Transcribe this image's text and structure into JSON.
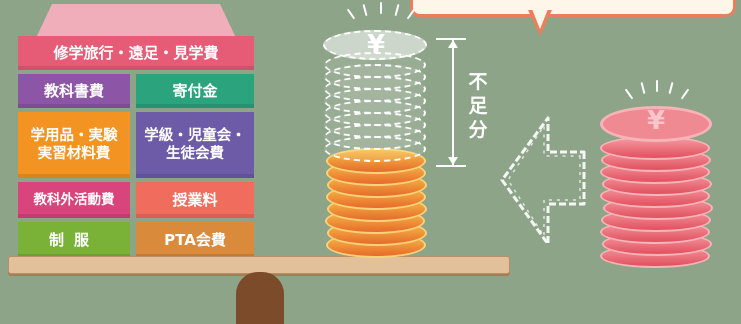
{
  "blocks": {
    "top": "修学旅行・遠足・見学費",
    "textbooks": "教科書費",
    "donations": "寄付金",
    "supplies_line1": "学用品・実験",
    "supplies_line2": "実習材料費",
    "class_fees_line1": "学級・児童会・",
    "class_fees_line2": "生徒会費",
    "extracurricular": "教科外活動費",
    "tuition": "授業料",
    "uniform": "制服",
    "pta": "PTA会費"
  },
  "coin_symbol": "¥",
  "shortage_label": "不足分",
  "colors": {
    "background": "#8ea489",
    "coins_orange": "#f39322",
    "coins_pink": "#e1505f"
  }
}
